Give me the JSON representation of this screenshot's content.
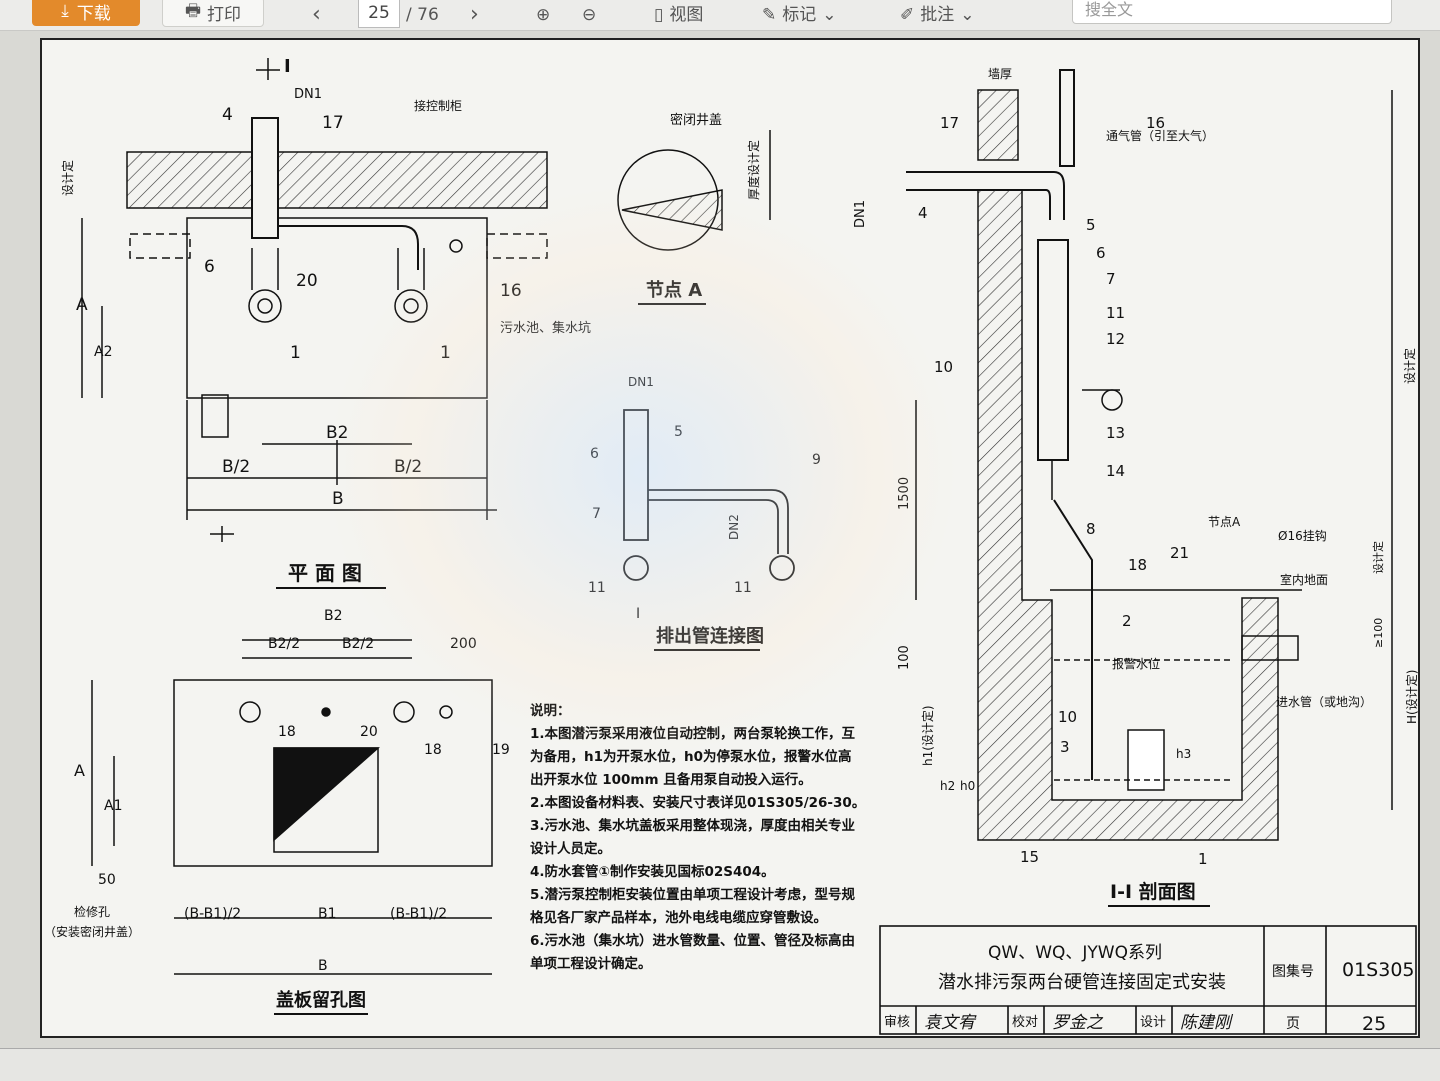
{
  "toolbar": {
    "download": "下载",
    "print": "打印",
    "page_current": "25",
    "page_total": "/ 76",
    "view": "视图",
    "mark": "标记",
    "annotate": "批注",
    "search_placeholder": "搜全文"
  },
  "drawing": {
    "plan_title": "平 面 图",
    "plan_section_mark": "I",
    "plan_labels": {
      "dn1": "DN1",
      "control_box": "接控制柜",
      "design": "设计定",
      "tank": "污水池、集水坑",
      "a": "A",
      "a2": "A2",
      "b2": "B2",
      "b_half_left": "B/2",
      "b_half_right": "B/2",
      "b": "B",
      "n4": "4",
      "n17": "17",
      "n6": "6",
      "n20": "20",
      "n16": "16",
      "n1a": "1",
      "n1b": "1"
    },
    "node_title": "节点 A",
    "node_labels": {
      "cover": "密闭井盖",
      "thickness": "厚度设计定"
    },
    "outlet_title": "排出管连接图",
    "outlet_labels": {
      "dn1": "DN1",
      "dn2": "DN2",
      "n5": "5",
      "n6": "6",
      "n7": "7",
      "n9": "9",
      "n11a": "11",
      "n11b": "11",
      "section": "I"
    },
    "cover_title": "盖板留孔图",
    "cover_labels": {
      "b2": "B2",
      "b2_half_left": "B2/2",
      "b2_half_right": "B2/2",
      "d200": "200",
      "a": "A",
      "a1": "A1",
      "d50": "50",
      "bb1_left": "(B-B1)/2",
      "b1": "B1",
      "bb1_right": "(B-B1)/2",
      "b": "B",
      "n18a": "18",
      "n20": "20",
      "n18b": "18",
      "n19": "19",
      "hatch": "检修孔",
      "hatch_note": "（安装密闭井盖）"
    },
    "section_title": "I-I 剖面图",
    "section_labels": {
      "wall": "墙厚",
      "vent": "通气管（引至大气）",
      "dn1": "DN1",
      "d1500": "1500",
      "d100a": "100",
      "node_a": "节点A",
      "hook": "Ø16挂钩",
      "floor": "室内地面",
      "design": "设计定",
      "ge100": "≥100",
      "alarm": "报警水位",
      "inlet": "进水管（或地沟）",
      "h_design": "H(设计定)",
      "h1": "h1(设计定)",
      "h2": "h2",
      "h0": "h0",
      "h3": "h3",
      "total": "设计定",
      "n4": "4",
      "n5": "5",
      "n6": "6",
      "n7": "7",
      "n8": "8",
      "n10a": "10",
      "n10b": "10",
      "n11": "11",
      "n12": "12",
      "n13": "13",
      "n14": "14",
      "n15": "15",
      "n16": "16",
      "n17": "17",
      "n18": "18",
      "n2": "2",
      "n3": "3",
      "n1": "1",
      "n21": "21"
    }
  },
  "notes": {
    "heading": "说明：",
    "items": [
      "1.本图潜污泵采用液位自动控制，两台泵轮换工作，互",
      "为备用，h1为开泵水位，h0为停泵水位，报警水位高",
      "出开泵水位 100mm 且备用泵自动投入运行。",
      "2.本图设备材料表、安装尺寸表详见01S305/26-30。",
      "3.污水池、集水坑盖板采用整体现浇，厚度由相关专业",
      "设计人员定。",
      "4.防水套管①制作安装见国标02S404。",
      "5.潜污泵控制柜安装位置由单项工程设计考虑，型号规",
      "格见各厂家产品样本，池外电线电缆应穿管敷设。",
      "6.污水池（集水坑）进水管数量、位置、管径及标高由",
      "单项工程设计确定。"
    ]
  },
  "title_block": {
    "series": "QW、WQ、JYWQ系列",
    "title": "潜水排污泵两台硬管连接固定式安装",
    "atlas_label": "图集号",
    "atlas_no": "01S305",
    "review": "审核",
    "review_sig": "袁文宥",
    "check": "校对",
    "check_sig": "罗金之",
    "design": "设计",
    "design_sig": "陈建刚",
    "page_label": "页",
    "page_no": "25"
  },
  "colors": {
    "accent": "#e38a2b",
    "ink": "#111111",
    "paper": "#f4f4f1"
  }
}
